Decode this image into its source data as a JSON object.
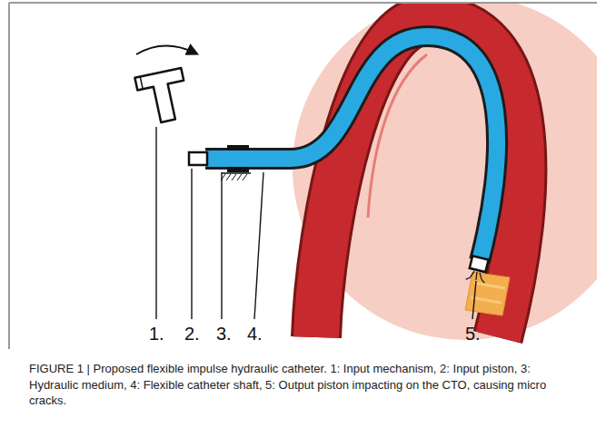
{
  "diagram": {
    "caption": "FIGURE 1 | Proposed flexible impulse hydraulic catheter. 1: Input mechanism, 2: Input piston, 3: Hydraulic medium, 4: Flexible catheter shaft, 5: Output piston impacting on the CTO, causing micro cracks.",
    "labels": [
      "1.",
      "2.",
      "3.",
      "4.",
      "5."
    ]
  }
}
